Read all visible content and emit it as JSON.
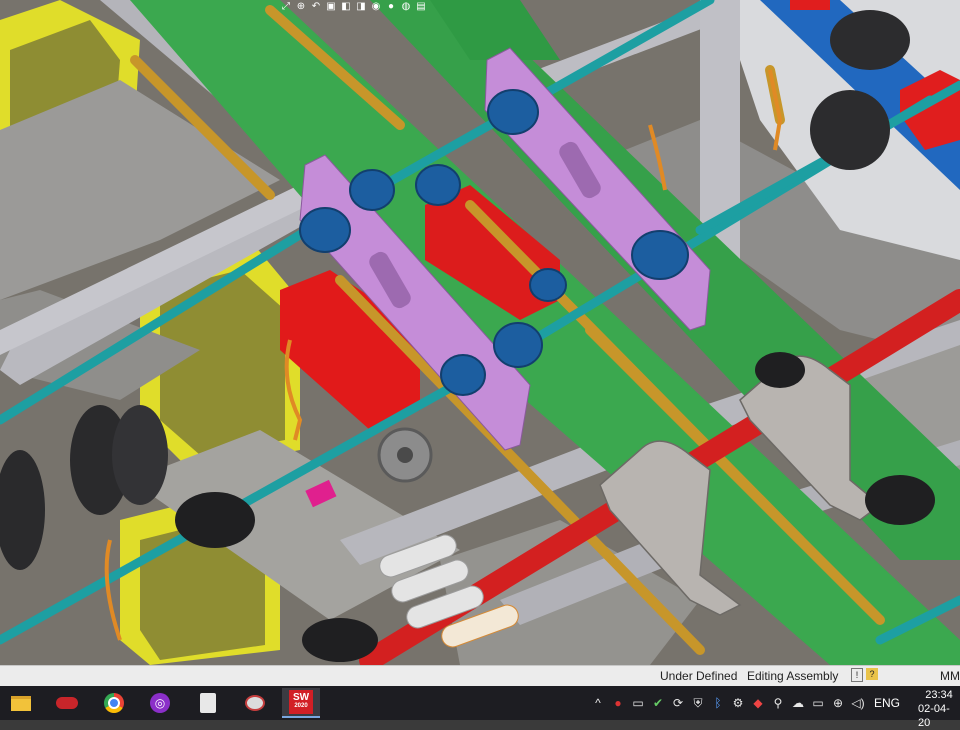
{
  "window": {
    "status_left": "Under Defined",
    "status_mode": "Editing Assembly",
    "units": "MM"
  },
  "hud_icons": [
    "zoom-fit-icon",
    "zoom-area-icon",
    "previous-view-icon",
    "section-view-icon",
    "view-orientation-icon",
    "display-style-icon",
    "hide-show-icon",
    "edit-appearance-icon",
    "apply-scene-icon",
    "view-settings-icon"
  ],
  "taskbar": {
    "apps": [
      {
        "name": "file-explorer",
        "icon": "folder-icon"
      },
      {
        "name": "game-app",
        "icon": "game-controller-icon"
      },
      {
        "name": "chrome",
        "icon": "chrome-icon"
      },
      {
        "name": "media-app",
        "icon": "podcast-icon"
      },
      {
        "name": "calculator",
        "icon": "calculator-icon"
      },
      {
        "name": "snipping-tool",
        "icon": "snip-icon"
      },
      {
        "name": "solidworks",
        "icon": "solidworks-icon",
        "badge": "SW",
        "year": "2020",
        "active": true
      }
    ],
    "tray": {
      "language": "ENG",
      "time": "23:34",
      "date": "02-04-20"
    }
  },
  "colors": {
    "plate_purple": "#c28bd4",
    "belt_green": "#3aa84f",
    "shaft_teal": "#1b9ea0",
    "rod_red": "#d42020",
    "rod_gold": "#c7962a",
    "block_red": "#e01c1c",
    "frame_grey": "#a7a7ad",
    "yellow_panel": "#e6e02a",
    "blue_beam": "#1f64b8"
  }
}
